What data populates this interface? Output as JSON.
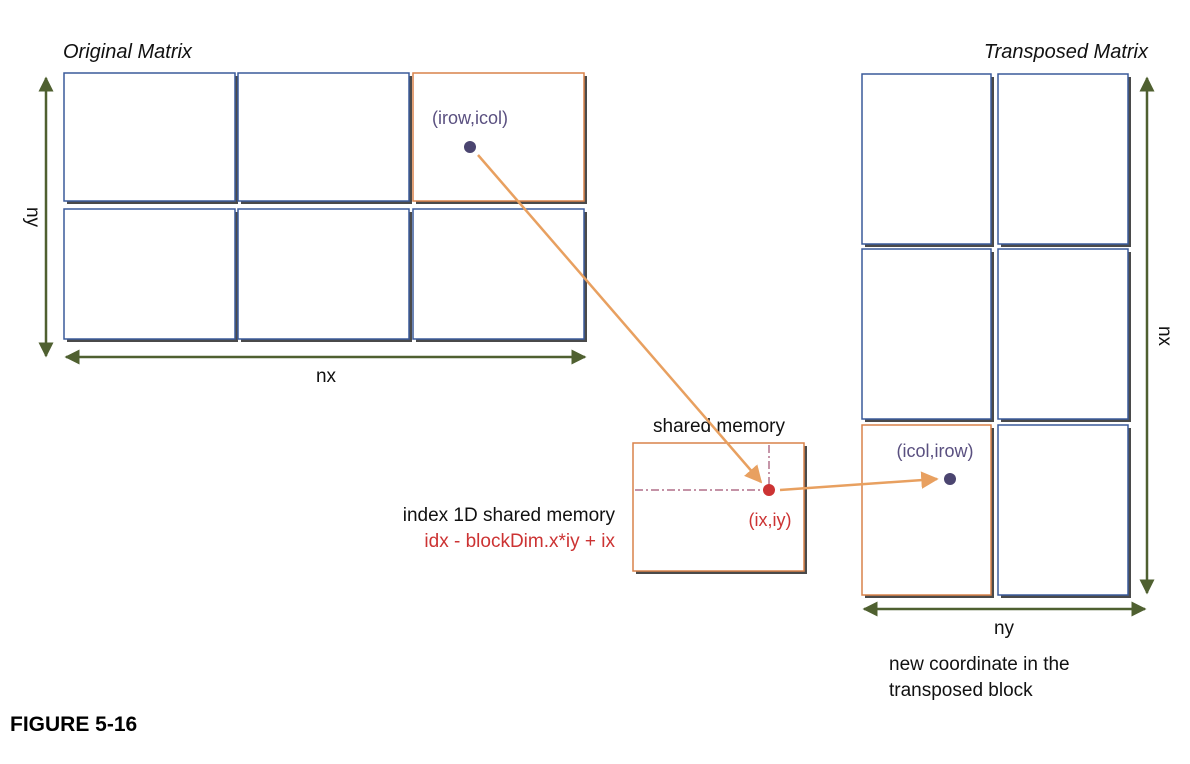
{
  "titles": {
    "original": "Original Matrix",
    "transposed": "Transposed Matrix"
  },
  "axes": {
    "orig_x": "nx",
    "orig_y": "ny",
    "trans_x": "ny",
    "trans_y": "nx"
  },
  "points": {
    "source": "(irow,icol)",
    "shared": "(ix,iy)",
    "target": "(icol,irow)"
  },
  "shared_memory": {
    "title": "shared memory",
    "index_label": "index 1D shared memory",
    "index_formula": "idx - blockDim.x*iy + ix"
  },
  "note": {
    "line1": "new coordinate in the",
    "line2": "transposed block"
  },
  "figure_label": "FIGURE 5-16",
  "colors": {
    "block_border": "#3a5a9a",
    "block_shadow": "#4a4a4a",
    "highlight_border": "#d9824a",
    "arrow": "#e8a060",
    "dimension_arrow": "#4f6030",
    "point": "#4b4570",
    "shared_point": "#cc3333",
    "formula": "#cc3333",
    "coord_label": "#5a5080",
    "dashed_guide": "#a05070"
  }
}
